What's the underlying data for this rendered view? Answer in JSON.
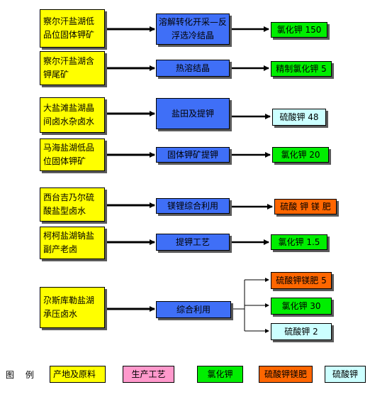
{
  "rows": [
    {
      "source": "察尔汗盐湖低品位固体钾矿",
      "process": "溶解转化开采—反浮选冷结晶",
      "products": [
        {
          "label": "氯化钾 150",
          "kind": "kcl"
        }
      ]
    },
    {
      "source": "察尔汗盐湖含钾尾矿",
      "process": "热溶结晶",
      "products": [
        {
          "label": "精制氯化钾 5",
          "kind": "kcl"
        }
      ]
    },
    {
      "source": "大盐滩盐湖晶间卤水杂卤水",
      "process": "盐田及提钾",
      "products": [
        {
          "label": "硫酸钾 48",
          "kind": "k2so4"
        }
      ]
    },
    {
      "source": "马海盐湖低品位固体钾矿",
      "process": "固体钾矿提钾",
      "products": [
        {
          "label": "氯化钾 20",
          "kind": "kcl"
        }
      ]
    },
    {
      "source": "西台吉乃尔硫酸盐型卤水",
      "process": "镁锂综合利用",
      "products": [
        {
          "label": "硫酸 钾 镁 肥",
          "kind": "ks"
        }
      ]
    },
    {
      "source": "柯柯盐湖钠盐副产老卤",
      "process": "提钾工艺",
      "products": [
        {
          "label": "氯化钾 1.5",
          "kind": "kcl"
        }
      ]
    },
    {
      "source": "尕斯库勒盐湖承压卤水",
      "process": "综合利用",
      "products": [
        {
          "label": "硫酸钾镁肥 5",
          "kind": "ks"
        },
        {
          "label": "氯化钾 30",
          "kind": "kcl"
        },
        {
          "label": "硫酸钾 2",
          "kind": "k2so4"
        }
      ]
    }
  ],
  "legend": {
    "title": "图 例",
    "items": [
      {
        "label": "产地及原料",
        "kind": "src"
      },
      {
        "label": "生产工艺",
        "kind": "leg-pink"
      },
      {
        "label": "氯化钾",
        "kind": "kcl"
      },
      {
        "label": "硫酸钾镁肥",
        "kind": "ks"
      },
      {
        "label": "硫酸钾",
        "kind": "k2so4"
      }
    ]
  },
  "colors": {
    "source": "#ffff00",
    "process": "#3f6ff7",
    "kcl": "#00ee00",
    "ks": "#ff6600",
    "k2so4": "#ccffff",
    "legend_process": "#ff99cc"
  }
}
